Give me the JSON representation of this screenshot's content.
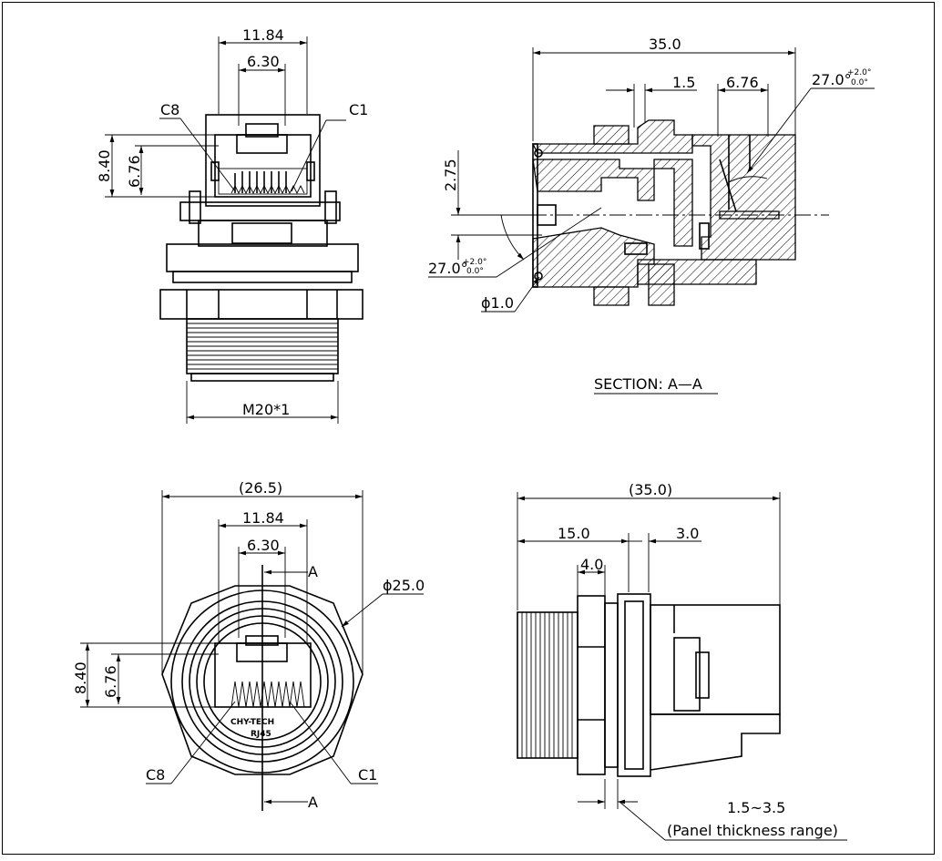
{
  "front_view": {
    "width_outer": "11.84",
    "width_inner": "6.30",
    "height_outer": "8.40",
    "height_inner": "6.76",
    "pin_left": "C8",
    "pin_right": "C1",
    "thread": "M20*1"
  },
  "section_view": {
    "total_length": "35.0",
    "dim_small": "1.5",
    "dim_depth": "6.76",
    "angle_top": "27.0°",
    "angle_top_tol_upper": "+2.0°",
    "angle_top_tol_lower": "0.0°",
    "height_offset": "2.75",
    "angle_bottom": "27.0°",
    "angle_bottom_tol_upper": "+2.0°",
    "angle_bottom_tol_lower": "0.0°",
    "diameter": "ϕ1.0",
    "title": "SECTION: A—A"
  },
  "end_view": {
    "overall_width": "(26.5)",
    "width_outer": "11.84",
    "width_inner": "6.30",
    "height_outer": "8.40",
    "height_inner": "6.76",
    "diameter": "ϕ25.0",
    "section_mark_top": "A",
    "section_mark_bottom": "A",
    "pin_left": "C8",
    "pin_right": "C1",
    "logo_text": "CHY-TECH",
    "model_text": "RJ45"
  },
  "side_view": {
    "overall_length": "(35.0)",
    "thread_length": "15.0",
    "flange_length": "3.0",
    "nut_length": "4.0",
    "panel_range": "1.5~3.5",
    "panel_note": "(Panel thickness range)"
  }
}
